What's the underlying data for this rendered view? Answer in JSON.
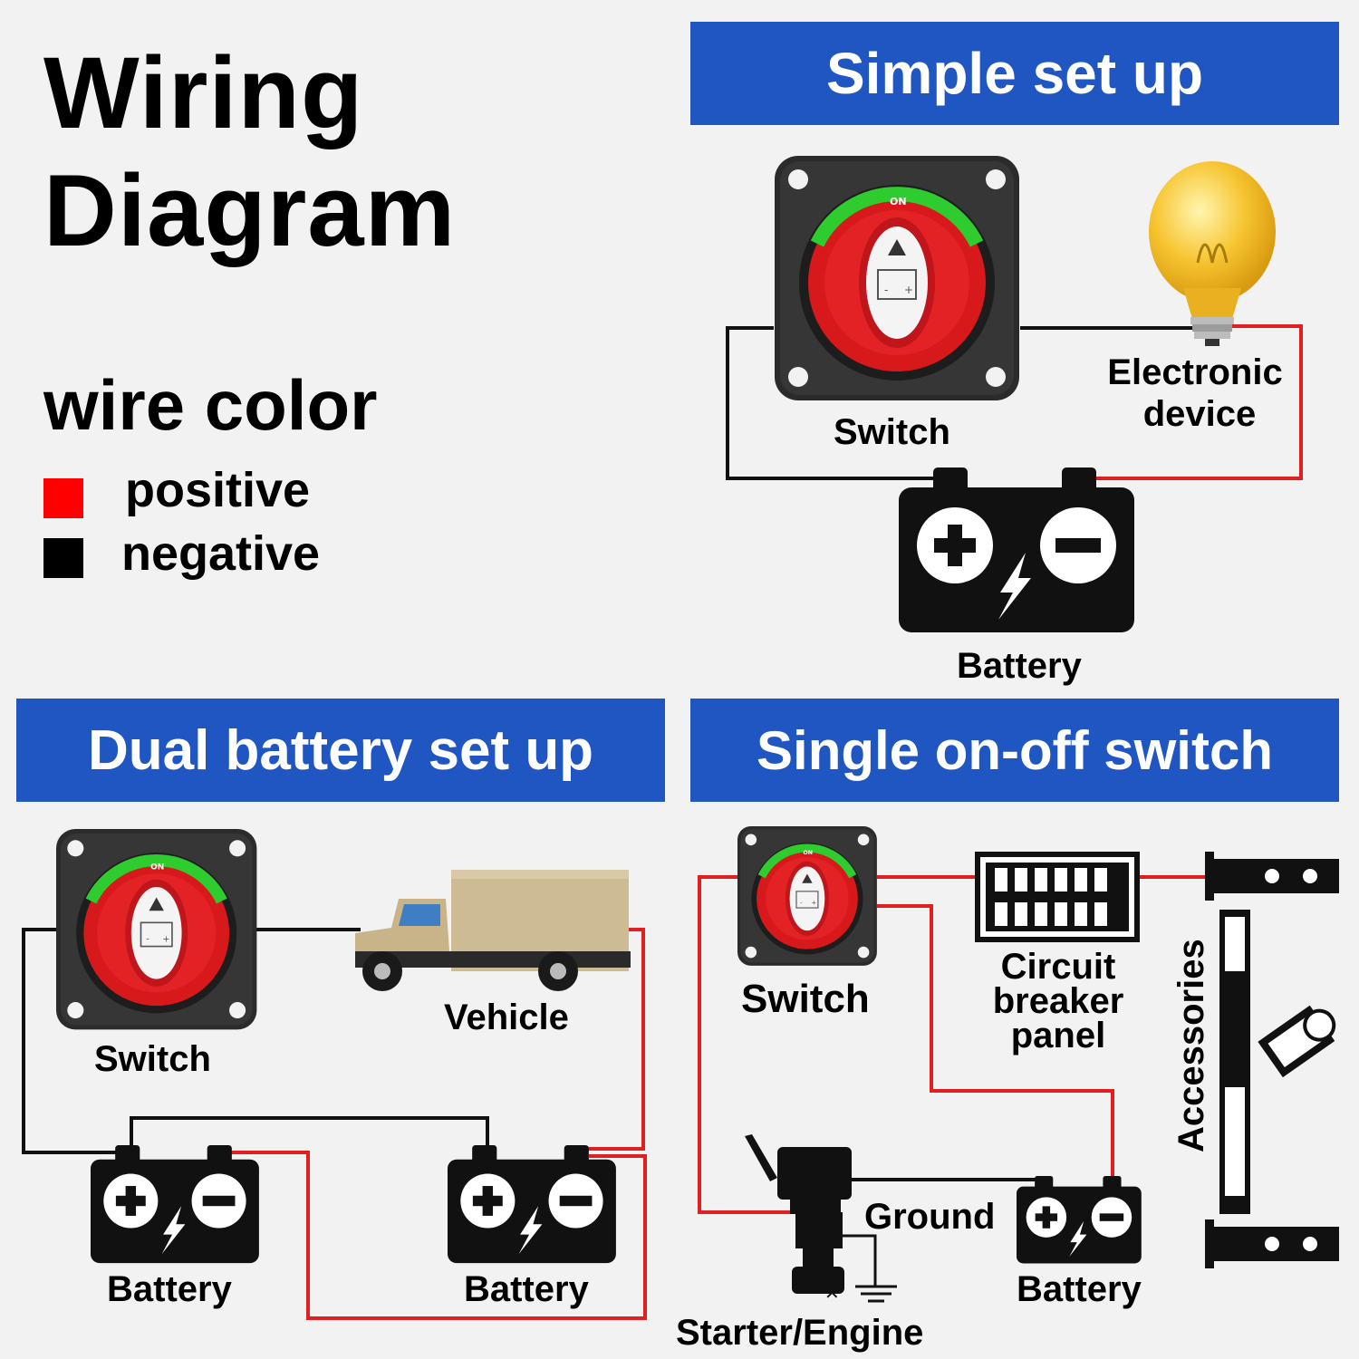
{
  "header": {
    "title_line1": "Wiring",
    "title_line2": "Diagram"
  },
  "legend": {
    "title": "wire color",
    "items": [
      {
        "label": "positive",
        "color": "#ff0000"
      },
      {
        "label": "negative",
        "color": "#000000"
      }
    ]
  },
  "colors": {
    "banner": "#1f56c1",
    "positive_wire": "#e02020",
    "negative_wire": "#111111",
    "switch_red": "#d8191c",
    "switch_green": "#2ecc2e"
  },
  "simple": {
    "banner": "Simple set up",
    "switch_label": "Switch",
    "device_label_line1": "Electronic",
    "device_label_line2": "device",
    "battery_label": "Battery"
  },
  "dual": {
    "banner": "Dual battery set up",
    "switch_label": "Switch",
    "vehicle_label": "Vehicle",
    "battery1_label": "Battery",
    "battery2_label": "Battery"
  },
  "single": {
    "banner": "Single on-off switch",
    "switch_label": "Switch",
    "panel_label_line1": "Circuit",
    "panel_label_line2": "breaker",
    "panel_label_line3": "panel",
    "accessories_label": "Accessories",
    "ground_label": "Ground",
    "battery_label": "Battery",
    "engine_label": "Starter/Engine"
  },
  "switch_face": {
    "on_text": "ON"
  }
}
